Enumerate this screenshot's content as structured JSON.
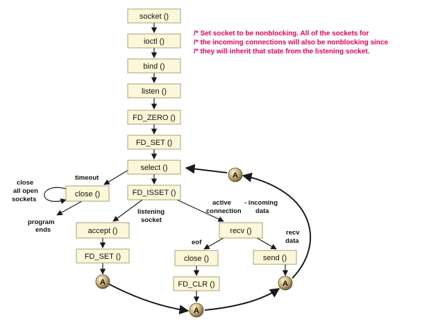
{
  "boxes": {
    "socket": "socket ()",
    "ioctl": "ioctl ()",
    "bind": "bind ()",
    "listen": "listen ()",
    "fd_zero": "FD_ZERO ()",
    "fd_set_top": "FD_SET ()",
    "select": "select ()",
    "fd_isset": "FD_ISSET ()",
    "close_left": "close ()",
    "accept": "accept ()",
    "fd_set_bottom": "FD_SET ()",
    "recv": "recv ()",
    "close_mid": "close ()",
    "fd_clr": "FD_CLR ()",
    "send": "send ()"
  },
  "labels": {
    "timeout": "timeout",
    "close_all_1": "close",
    "close_all_2": "all open",
    "close_all_3": "sockets",
    "program_ends_1": "program",
    "program_ends_2": "ends",
    "listening_1": "listening",
    "listening_2": "socket",
    "active_1": "active",
    "active_2": "connection",
    "incoming_1": "- incoming",
    "incoming_2": "data",
    "eof": "eof",
    "recv_data_1": "recv",
    "recv_data_2": "data"
  },
  "comment": [
    "/* Set socket to be nonblocking. All of the sockets for",
    "/* the incoming connections will also be nonblocking since",
    "/* they will inherit that state from the listening socket."
  ],
  "connector": "A",
  "colors": {
    "box_fill": "#fcf7d8",
    "box_border": "#a99f74",
    "comment_text": "#e4005b",
    "connector_fill": "#b8a472"
  }
}
